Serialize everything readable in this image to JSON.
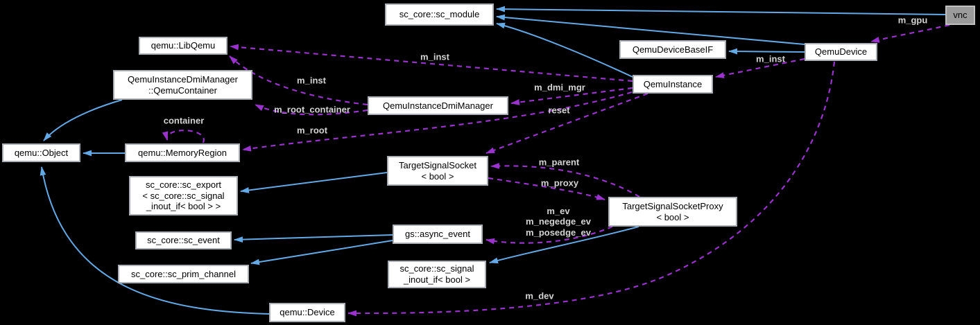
{
  "diagram": {
    "type": "class-collaboration-graph",
    "focus_class": "vnc",
    "colors": {
      "background": "#000000",
      "inheritance_edge": "#63a9e6",
      "usage_edge": "#9a32cd",
      "node_fill": "#ffffff",
      "node_border": "#abb0b6",
      "node_text": "#000000",
      "focus_node_fill": "#9b9b9b",
      "focus_node_border": "#c0c0c0",
      "edge_label_text": "#d4d4d4"
    },
    "nodes": [
      {
        "id": "sc-module",
        "label": "sc_core::sc_module"
      },
      {
        "id": "vnc",
        "label": "vnc"
      },
      {
        "id": "libqemu",
        "label": "qemu::LibQemu"
      },
      {
        "id": "qemu-device-base-if",
        "label": "QemuDeviceBaseIF"
      },
      {
        "id": "qemu-device",
        "label": "QemuDevice"
      },
      {
        "id": "qemu-instance",
        "label": "QemuInstance"
      },
      {
        "id": "qemu-container",
        "label": "QemuInstanceDmiManager\n::QemuContainer"
      },
      {
        "id": "dmi-manager",
        "label": "QemuInstanceDmiManager"
      },
      {
        "id": "qemu-object",
        "label": "qemu::Object"
      },
      {
        "id": "memory-region",
        "label": "qemu::MemoryRegion"
      },
      {
        "id": "target-signal-socket",
        "label": "TargetSignalSocket\n< bool >"
      },
      {
        "id": "sc-export",
        "label": "sc_core::sc_export\n< sc_core::sc_signal\n_inout_if< bool  > >"
      },
      {
        "id": "sc-event",
        "label": "sc_core::sc_event"
      },
      {
        "id": "async-event",
        "label": "gs::async_event"
      },
      {
        "id": "sc-prim-channel",
        "label": "sc_core::sc_prim_channel"
      },
      {
        "id": "sc-signal-inout-if",
        "label": "sc_core::sc_signal\n_inout_if< bool >"
      },
      {
        "id": "target-signal-socket-proxy",
        "label": "TargetSignalSocketProxy\n< bool >"
      },
      {
        "id": "qemu-device-node",
        "label": "qemu::Device"
      }
    ],
    "edge_labels": [
      {
        "id": "m-gpu",
        "text": "m_gpu"
      },
      {
        "id": "m-inst-device",
        "text": "m_inst"
      },
      {
        "id": "m-inst-instance",
        "text": "m_inst"
      },
      {
        "id": "m-inst-dmimgr",
        "text": "m_inst"
      },
      {
        "id": "m-dmi-mgr",
        "text": "m_dmi_mgr"
      },
      {
        "id": "reset",
        "text": "reset"
      },
      {
        "id": "m-root-container",
        "text": "m_root_container"
      },
      {
        "id": "m-root",
        "text": "m_root"
      },
      {
        "id": "container",
        "text": "container"
      },
      {
        "id": "m-parent",
        "text": "m_parent"
      },
      {
        "id": "m-proxy",
        "text": "m_proxy"
      },
      {
        "id": "m-ev-group",
        "text": "m_ev\nm_negedge_ev\nm_posedge_ev"
      },
      {
        "id": "m-dev",
        "text": "m_dev"
      }
    ]
  }
}
